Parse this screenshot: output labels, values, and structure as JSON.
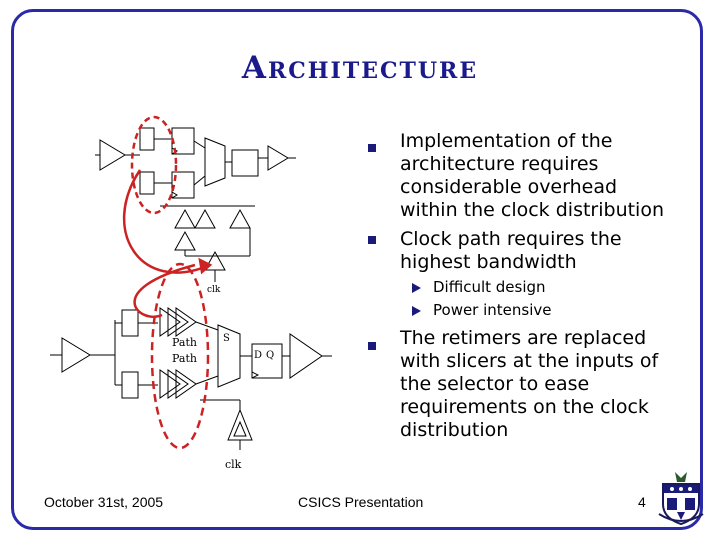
{
  "title": "Architecture",
  "bullets": [
    {
      "lines": [
        "Implementation of the",
        "architecture requires",
        "considerable overhead",
        "within the clock distribution"
      ]
    },
    {
      "lines": [
        "Clock path requires the",
        "highest bandwidth"
      ],
      "sub": [
        "Difficult design",
        "Power intensive"
      ]
    },
    {
      "lines": [
        "The retimers are replaced",
        "with slicers at the inputs of",
        "the selector to ease",
        "requirements on the clock",
        "distribution"
      ]
    }
  ],
  "diagram": {
    "top_clk": "clk",
    "bottom_clk": "clk",
    "path_top": "Path",
    "path_bottom": "Path",
    "latch_d": "D",
    "latch_q": "Q",
    "select": "S"
  },
  "footer": {
    "date": "October 31st, 2005",
    "presentation": "CSICS Presentation",
    "page": "4"
  },
  "colors": {
    "frame": "#2a2aa8",
    "title": "#1a1a8c",
    "bullet": "#1a1a7a",
    "highlight": "#cc2222"
  }
}
